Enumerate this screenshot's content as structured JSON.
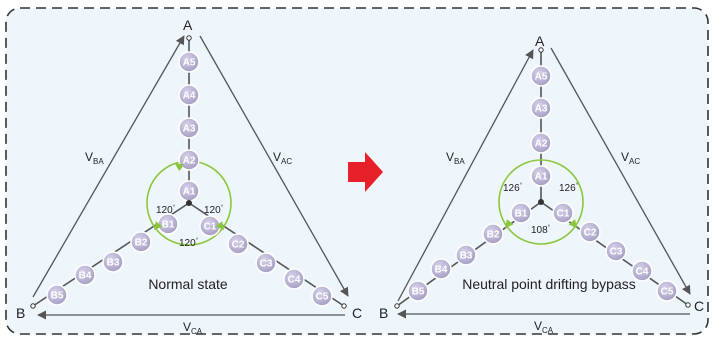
{
  "colors": {
    "panel_bg": "#eef6fb",
    "border": "#333333",
    "node_fill": "#b7b0cf",
    "node_stroke": "#ffffff",
    "ring": "#8cc63f",
    "wire": "#555555",
    "arrow_red": "#e8202a"
  },
  "left": {
    "vertex_a": "A",
    "vertex_b": "B",
    "vertex_c": "C",
    "v_ba": {
      "main": "V",
      "sub": "BA"
    },
    "v_ac": {
      "main": "V",
      "sub": "AC"
    },
    "v_ca": {
      "main": "V",
      "sub": "CA"
    },
    "angle_ab": "120",
    "angle_ac": "120",
    "angle_bc": "120",
    "caption": "Normal state",
    "nodes_a": [
      "A5",
      "A4",
      "A3",
      "A2",
      "A1"
    ],
    "nodes_b": [
      "B5",
      "B4",
      "B3",
      "B2",
      "B1"
    ],
    "nodes_c": [
      "C1",
      "C2",
      "C3",
      "C4",
      "C5"
    ]
  },
  "right": {
    "vertex_a": "A",
    "vertex_b": "B",
    "vertex_c": "C",
    "v_ba": {
      "main": "V",
      "sub": "BA"
    },
    "v_ac": {
      "main": "V",
      "sub": "AC"
    },
    "v_ca": {
      "main": "V",
      "sub": "CA"
    },
    "angle_ab": "126",
    "angle_ac": "126",
    "angle_bc": "108",
    "caption": "Neutral point drifting bypass",
    "nodes_a": [
      "A5",
      "A3",
      "A2",
      "A1"
    ],
    "nodes_b": [
      "B5",
      "B4",
      "B3",
      "B2",
      "B1"
    ],
    "nodes_c": [
      "C1",
      "C2",
      "C3",
      "C4",
      "C5"
    ]
  },
  "arrow_icon": "right-arrow-icon"
}
